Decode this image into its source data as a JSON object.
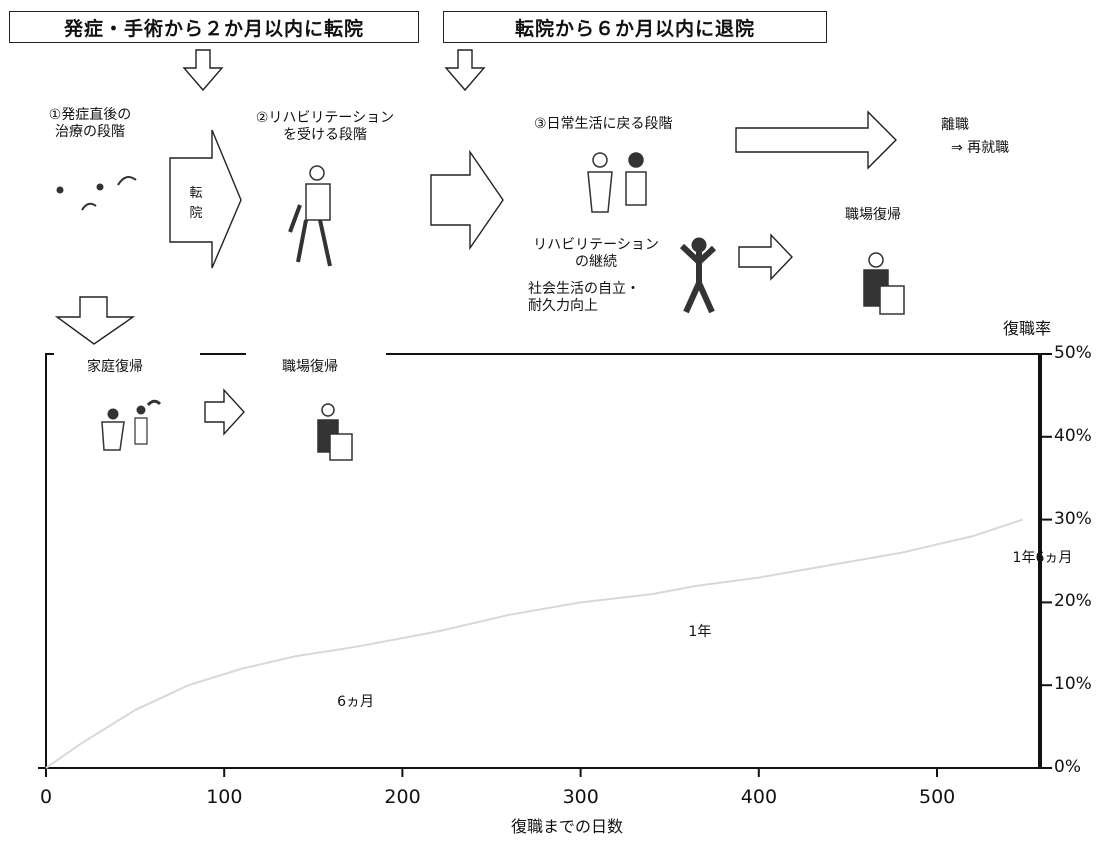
{
  "headers": {
    "left": "発症・手術から２か月以内に転院",
    "right": "転院から６か月以内に退院"
  },
  "stages": {
    "stage1": [
      "①発症直後の",
      "治療の段階"
    ],
    "transfer": [
      "転",
      "院"
    ],
    "stage2": [
      "②リハビリテーション",
      "を受ける段階"
    ],
    "stage3": "③日常生活に戻る段階",
    "rehab_continue": [
      "リハビリテーション",
      "の継続"
    ],
    "social": [
      "社会生活の自立・",
      "耐久力向上"
    ],
    "resign": "離職",
    "rehire": "⇒ 再就職",
    "return_work_right": "職場復帰",
    "home_return": "家庭復帰",
    "return_work_left": "職場復帰"
  },
  "chart_data": {
    "type": "line",
    "xlabel": "復職までの日数",
    "ylabel": "復職率",
    "xlim": [
      0,
      560
    ],
    "ylim": [
      0,
      50
    ],
    "xticks": [
      "0",
      "100",
      "200",
      "300",
      "400",
      "500"
    ],
    "yticks": [
      "0%",
      "10%",
      "20%",
      "30%",
      "40%",
      "50%"
    ],
    "series": [
      {
        "x": [
          0,
          20,
          50,
          80,
          110,
          140,
          170,
          183,
          220,
          260,
          300,
          340,
          365,
          400,
          440,
          480,
          500,
          520,
          548
        ],
        "y": [
          0,
          3,
          7,
          10,
          12,
          13.5,
          14.5,
          15,
          16.5,
          18.5,
          20,
          21,
          22,
          23,
          24.5,
          26,
          27,
          28,
          30
        ]
      }
    ],
    "annotations": [
      {
        "x": 183,
        "y": 15,
        "text": "6ヵ月"
      },
      {
        "x": 365,
        "y": 22,
        "text": "1年"
      },
      {
        "x": 548,
        "y": 30,
        "text": "1年6ヵ月"
      }
    ]
  }
}
